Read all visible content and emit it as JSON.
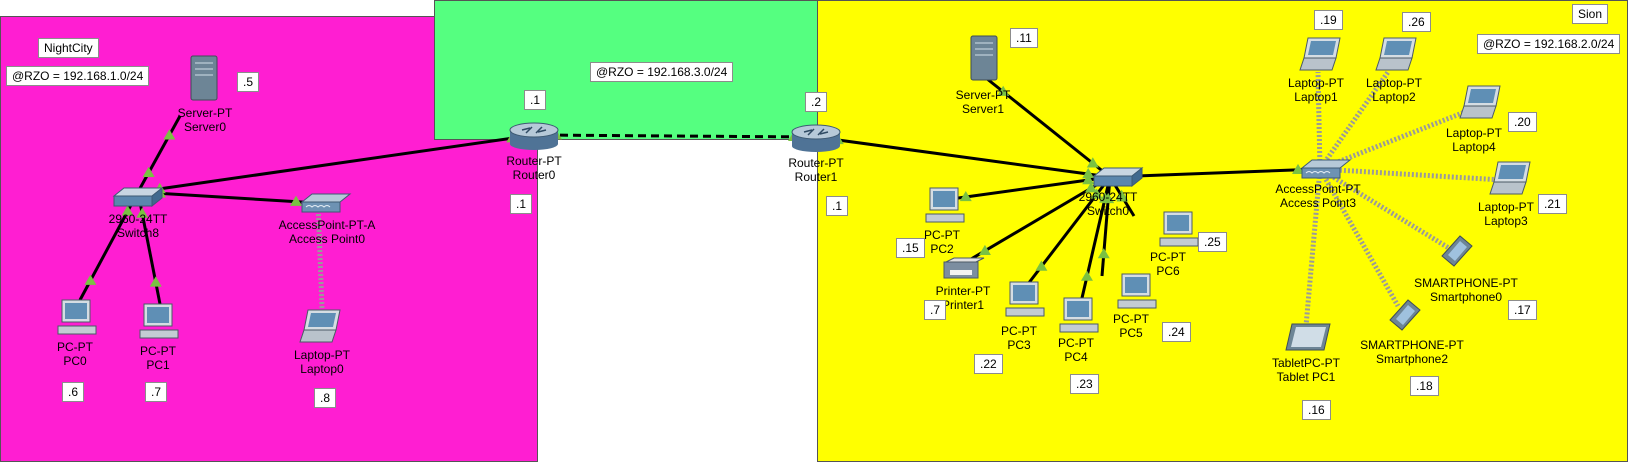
{
  "zones": {
    "nightcity": {
      "name": "NightCity",
      "network": "@RZO = 192.168.1.0/24",
      "color": "#ff1ed2"
    },
    "wan": {
      "network": "@RZO = 192.168.3.0/24",
      "color": "#55ff80"
    },
    "sion": {
      "name": "Sion",
      "network": "@RZO = 192.168.2.0/24",
      "color": "#ffff00"
    }
  },
  "devices": {
    "server0": {
      "type": "Server-PT",
      "name": "Server0",
      "ip": ".5",
      "icon": "server-icon"
    },
    "switch8": {
      "type": "2960-24TT",
      "name": "Switch8",
      "icon": "switch-icon"
    },
    "ap0": {
      "type": "AccessPoint-PT-A",
      "name": "Access Point0",
      "icon": "access-point-icon"
    },
    "pc0": {
      "type": "PC-PT",
      "name": "PC0",
      "ip": ".6",
      "icon": "pc-icon"
    },
    "pc1": {
      "type": "PC-PT",
      "name": "PC1",
      "ip": ".7",
      "icon": "pc-icon"
    },
    "laptop0": {
      "type": "Laptop-PT",
      "name": "Laptop0",
      "ip": ".8",
      "icon": "laptop-icon"
    },
    "router0": {
      "type": "Router-PT",
      "name": "Router0",
      "ip_wan": ".1",
      "ip_lan": ".1",
      "icon": "router-icon"
    },
    "router1": {
      "type": "Router-PT",
      "name": "Router1",
      "ip_wan": ".2",
      "ip_lan": ".1",
      "icon": "router-icon"
    },
    "server1": {
      "type": "Server-PT",
      "name": "Server1",
      "ip": ".11",
      "icon": "server-icon"
    },
    "switch0": {
      "type": "2960-24TT",
      "name": "Switch0",
      "icon": "switch-icon"
    },
    "pc2": {
      "type": "PC-PT",
      "name": "PC2",
      "ip": ".15",
      "icon": "pc-icon"
    },
    "printer1": {
      "type": "Printer-PT",
      "name": "Printer1",
      "ip": ".7",
      "icon": "printer-icon"
    },
    "pc3": {
      "type": "PC-PT",
      "name": "PC3",
      "ip": ".22",
      "icon": "pc-icon"
    },
    "pc4": {
      "type": "PC-PT",
      "name": "PC4",
      "ip": ".23",
      "icon": "pc-icon"
    },
    "pc5": {
      "type": "PC-PT",
      "name": "PC5",
      "ip": ".24",
      "icon": "pc-icon"
    },
    "pc6": {
      "type": "PC-PT",
      "name": "PC6",
      "ip": ".25",
      "icon": "pc-icon"
    },
    "ap3": {
      "type": "AccessPoint-PT",
      "name": "Access Point3",
      "icon": "access-point-icon"
    },
    "laptop1": {
      "type": "Laptop-PT",
      "name": "Laptop1",
      "ip": ".19",
      "icon": "laptop-icon"
    },
    "laptop2": {
      "type": "Laptop-PT",
      "name": "Laptop2",
      "ip": ".26",
      "icon": "laptop-icon"
    },
    "laptop4": {
      "type": "Laptop-PT",
      "name": "Laptop4",
      "ip": ".20",
      "icon": "laptop-icon"
    },
    "laptop3": {
      "type": "Laptop-PT",
      "name": "Laptop3",
      "ip": ".21",
      "icon": "laptop-icon"
    },
    "smartphone0": {
      "type": "SMARTPHONE-PT",
      "name": "Smartphone0",
      "ip": ".17",
      "icon": "smartphone-icon"
    },
    "smartphone2": {
      "type": "SMARTPHONE-PT",
      "name": "Smartphone2",
      "ip": ".18",
      "icon": "smartphone-icon"
    },
    "tablet1": {
      "type": "TabletPC-PT",
      "name": "Tablet PC1",
      "ip": ".16",
      "icon": "tablet-icon"
    }
  },
  "links": [
    {
      "from": "server0",
      "to": "switch8",
      "kind": "ethernet"
    },
    {
      "from": "pc0",
      "to": "switch8",
      "kind": "ethernet"
    },
    {
      "from": "pc1",
      "to": "switch8",
      "kind": "ethernet"
    },
    {
      "from": "switch8",
      "to": "ap0",
      "kind": "ethernet"
    },
    {
      "from": "switch8",
      "to": "router0",
      "kind": "ethernet"
    },
    {
      "from": "laptop0",
      "to": "ap0",
      "kind": "wireless"
    },
    {
      "from": "router0",
      "to": "router1",
      "kind": "serial"
    },
    {
      "from": "router1",
      "to": "switch0",
      "kind": "ethernet"
    },
    {
      "from": "server1",
      "to": "switch0",
      "kind": "ethernet"
    },
    {
      "from": "pc2",
      "to": "switch0",
      "kind": "ethernet"
    },
    {
      "from": "printer1",
      "to": "switch0",
      "kind": "ethernet"
    },
    {
      "from": "pc3",
      "to": "switch0",
      "kind": "ethernet"
    },
    {
      "from": "pc4",
      "to": "switch0",
      "kind": "ethernet"
    },
    {
      "from": "pc5",
      "to": "switch0",
      "kind": "ethernet"
    },
    {
      "from": "pc6",
      "to": "switch0",
      "kind": "ethernet"
    },
    {
      "from": "switch0",
      "to": "ap3",
      "kind": "ethernet"
    },
    {
      "from": "ap3",
      "to": "laptop1",
      "kind": "wireless"
    },
    {
      "from": "ap3",
      "to": "laptop2",
      "kind": "wireless"
    },
    {
      "from": "ap3",
      "to": "laptop4",
      "kind": "wireless"
    },
    {
      "from": "ap3",
      "to": "laptop3",
      "kind": "wireless"
    },
    {
      "from": "ap3",
      "to": "smartphone0",
      "kind": "wireless"
    },
    {
      "from": "ap3",
      "to": "smartphone2",
      "kind": "wireless"
    },
    {
      "from": "ap3",
      "to": "tablet1",
      "kind": "wireless"
    }
  ],
  "colors": {
    "link": "#000000",
    "wireless": "#9a9a9a",
    "port": "#7ac142"
  }
}
